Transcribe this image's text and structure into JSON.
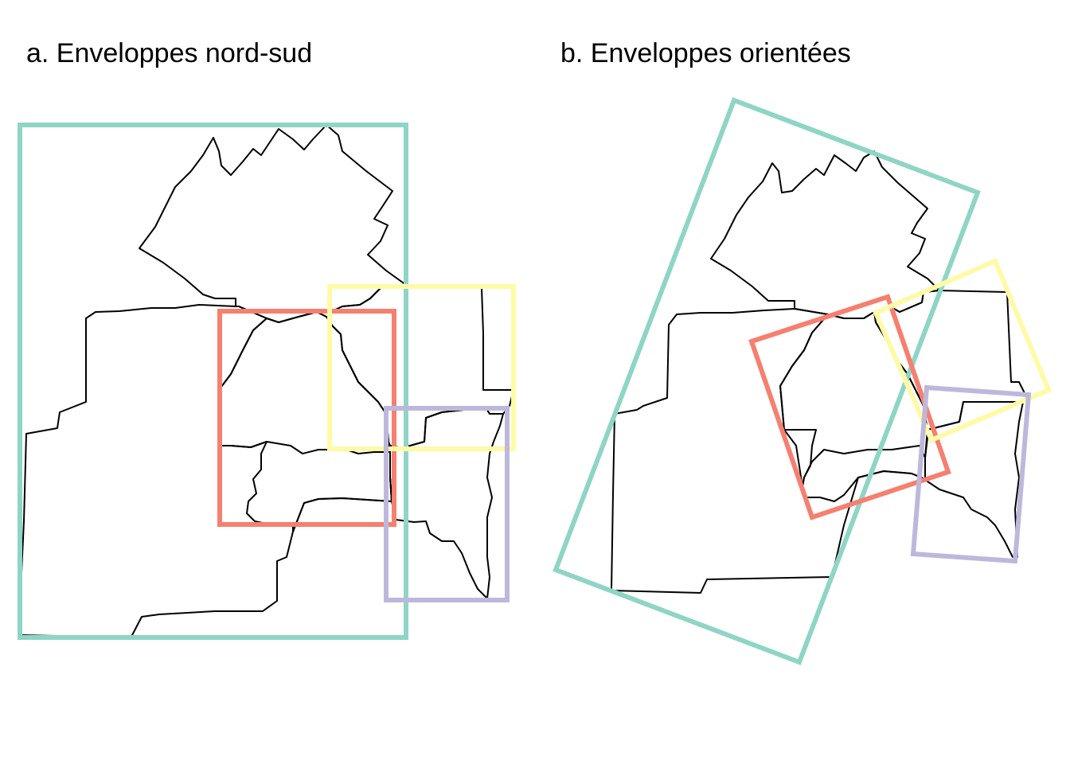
{
  "panels": {
    "a": {
      "title": "a. Enveloppes nord-sud"
    },
    "b": {
      "title": "b. Enveloppes orientées"
    }
  },
  "envelopes": [
    {
      "id": "teal",
      "color": "#8fd5c6"
    },
    {
      "id": "red",
      "color": "#f58070"
    },
    {
      "id": "yellow",
      "color": "#fffaa6"
    },
    {
      "id": "purple",
      "color": "#bdb8db"
    }
  ]
}
